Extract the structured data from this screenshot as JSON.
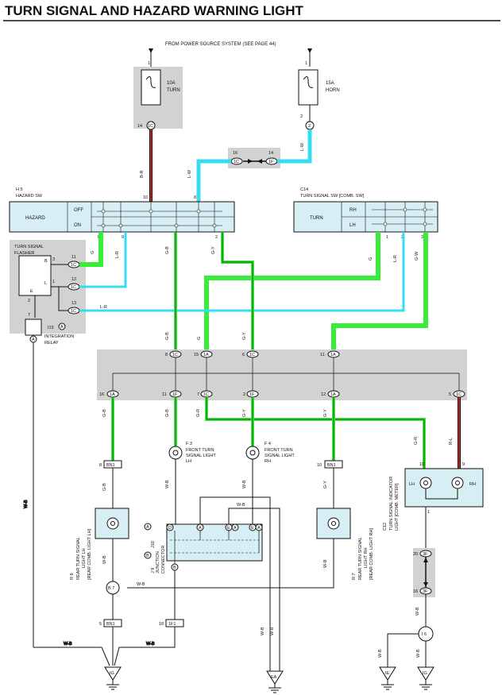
{
  "title": "TURN SIGNAL AND HAZARD WARNING LIGHT",
  "power_note": "FROM POWER SOURCE SYSTEM (SEE PAGE 44)",
  "colors": {
    "green": "#39ec39",
    "cyan": "#35dcf2",
    "red": "#cc1f1f",
    "gray_panel": "#d2d2d2",
    "component_fill": "#d7eef4",
    "wire_dark": "#1a1a1a"
  },
  "fuses": [
    {
      "rating": "10A",
      "name": "TURN",
      "pin_top": "1",
      "pin_bottom": "14",
      "connector": "1C",
      "wire": "B-R"
    },
    {
      "rating": "15A",
      "name": "HORN",
      "pin_top": "1",
      "pin_bottom": "2",
      "connector": "2",
      "wire": "L-W"
    }
  ],
  "junction_top": {
    "left_pin": "16",
    "left_conn": "1C",
    "right_pin": "14",
    "right_conn": "1F"
  },
  "hazard_sw": {
    "id": "H 5",
    "name": "HAZARD SW",
    "label": "HAZARD",
    "positions": [
      "OFF",
      "ON"
    ],
    "pins": [
      "7",
      "9",
      "10",
      "8",
      "2"
    ],
    "wires": [
      "G",
      "L-R",
      "B-R",
      "L-W",
      "G-B",
      "G-Y"
    ]
  },
  "turn_sw": {
    "id": "C14",
    "name": "TURN SIGNAL SW [COMB. SW]",
    "label": "TURN",
    "positions": [
      "RH",
      "LH"
    ],
    "pins": [
      "1",
      "2",
      "3"
    ],
    "wires": [
      "G",
      "L-R",
      "G-W"
    ]
  },
  "flasher": {
    "name_line1": "TURN SIGNAL",
    "name_line2": "FLASHER",
    "terms": [
      "B",
      "L",
      "E"
    ],
    "pins": [
      "3",
      "1",
      "2"
    ],
    "conn_pins": [
      "11",
      "12",
      "13"
    ],
    "connector": "1C",
    "wire": "L-R"
  },
  "relay": {
    "id": "I15",
    "conn": "A",
    "pin": "7",
    "name_line1": "INTEGRATION",
    "name_line2": "RELAY"
  },
  "jb_top": [
    {
      "pin": "8",
      "conn": "1C"
    },
    {
      "pin": "15",
      "conn": "1A"
    },
    {
      "pin": "6",
      "conn": "1C"
    },
    {
      "pin": "11",
      "conn": "1A"
    }
  ],
  "jb_bottom": [
    {
      "pin": "16",
      "conn": "1A"
    },
    {
      "pin": "11",
      "conn": "1F"
    },
    {
      "pin": "7",
      "conn": "1C"
    },
    {
      "pin": "2",
      "conn": "1F"
    },
    {
      "pin": "12",
      "conn": "1A"
    },
    {
      "pin": "5",
      "conn": "1C"
    }
  ],
  "wire_labels": [
    "G-B",
    "G-Y",
    "G-R",
    "R-L",
    "W-B",
    "G"
  ],
  "front_left": {
    "id": "F 3",
    "line1": "FRONT TURN",
    "line2": "SIGNAL LIGHT",
    "line3": "LH"
  },
  "front_right": {
    "id": "F 4",
    "line1": "FRONT TURN",
    "line2": "SIGNAL LIGHT",
    "line3": "RH"
  },
  "rear_left": {
    "id": "R 6",
    "line1": "REAR TURN SIGNAL",
    "line2": "LIGHT LH",
    "line3": "[REAR COMB. LIGHT LH]",
    "conn_pin": "8",
    "conn": "BN1"
  },
  "rear_right": {
    "id": "R 7",
    "line1": "REAR TURN SIGNAL",
    "line2": "LIGHT RH",
    "line3": "[REAR COMB. LIGHT RH]",
    "conn_pin": "10",
    "conn": "BN1"
  },
  "indicator": {
    "id": "C12",
    "line1": "TURN SIGNAL INDICATOR",
    "line2": "LIGHT [COMB. METER]",
    "lh": "LH",
    "rh": "RH",
    "pin_left": "10",
    "pin_right": "9",
    "pin_bottom": "1"
  },
  "junction_conn": {
    "id1": "J10",
    "id2": "J 9",
    "line1": "JUNCTION",
    "line2": "CONNECTOR",
    "pins": [
      "D",
      "A",
      "E",
      "A",
      "E",
      "A"
    ],
    "conn_b": "B"
  },
  "splices": {
    "b7": "B 7",
    "i6": "I 6"
  },
  "conn_3f": {
    "top_pin": "20",
    "bottom_pin": "16",
    "conn": "3F"
  },
  "bottom_conns": [
    {
      "pin": "5",
      "conn": "BN1"
    },
    {
      "pin": "18",
      "conn": "1F1"
    }
  ],
  "grounds": [
    "IG",
    "EA",
    "IE",
    "IG"
  ]
}
